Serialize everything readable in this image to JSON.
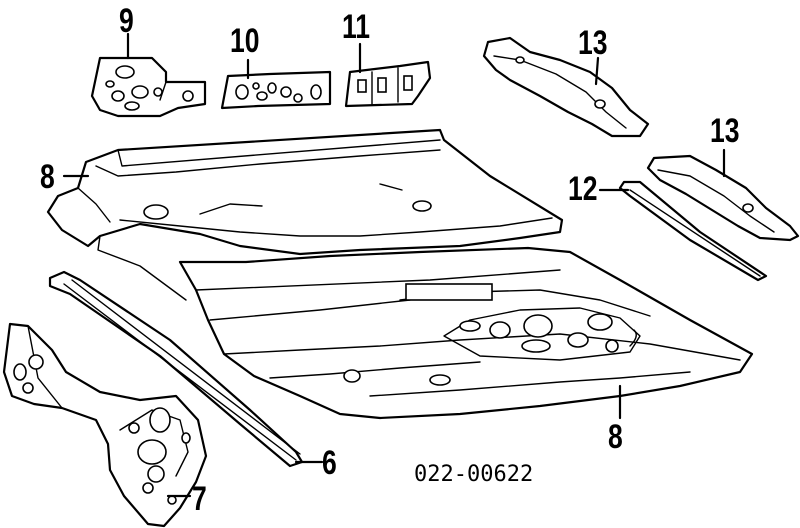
{
  "diagram": {
    "callouts": [
      {
        "id": "9",
        "text": "9"
      },
      {
        "id": "10",
        "text": "10"
      },
      {
        "id": "11",
        "text": "11"
      },
      {
        "id": "13a",
        "text": "13"
      },
      {
        "id": "13b",
        "text": "13"
      },
      {
        "id": "12",
        "text": "12"
      },
      {
        "id": "8a",
        "text": "8"
      },
      {
        "id": "8b",
        "text": "8"
      },
      {
        "id": "6",
        "text": "6"
      },
      {
        "id": "7",
        "text": "7"
      }
    ],
    "part_number": "022-00622",
    "colors": {
      "ink": "#000000",
      "paper": "#ffffff"
    }
  }
}
